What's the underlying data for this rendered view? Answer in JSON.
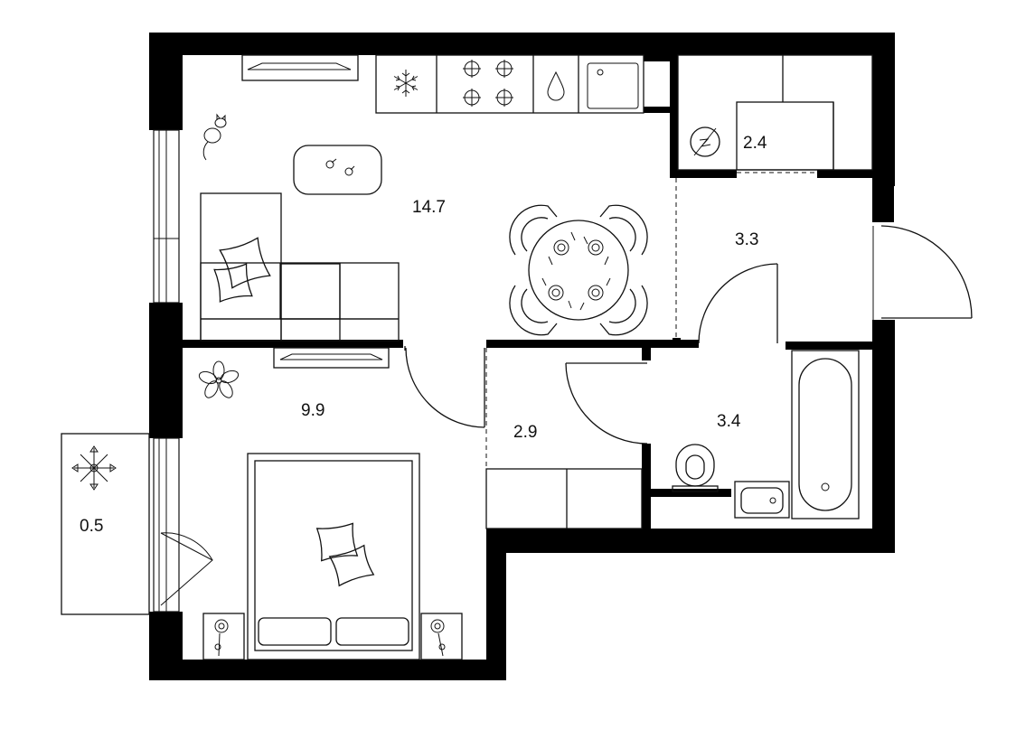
{
  "floor_plan": {
    "rooms": [
      {
        "id": "living-kitchen",
        "area": "14.7"
      },
      {
        "id": "bedroom",
        "area": "9.9"
      },
      {
        "id": "balcony",
        "area": "0.5"
      },
      {
        "id": "corridor",
        "area": "2.9"
      },
      {
        "id": "bathroom",
        "area": "3.4"
      },
      {
        "id": "hallway",
        "area": "3.3"
      },
      {
        "id": "wardrobe",
        "area": "2.4"
      }
    ],
    "colors": {
      "wall": "#000000",
      "line": "#111111",
      "background": "#ffffff"
    }
  }
}
